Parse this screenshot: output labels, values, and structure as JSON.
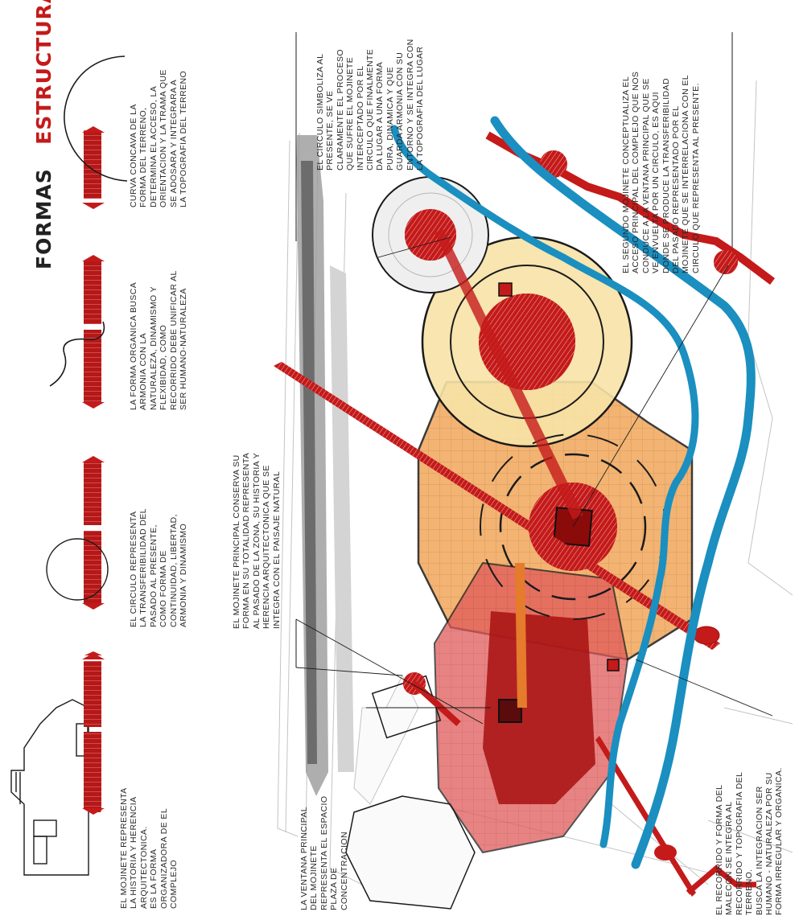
{
  "title": {
    "word1": "FORMAS",
    "word2": "ESTRUCTURADORAS"
  },
  "legend": {
    "mojinete": "EL MOJINETE REPRESENTA\nLA HISTORIA Y HERENCIA\nARQUITECTONICA.\nES LA FORMA\nORGANIZADORA DE EL\nCOMPLEJO",
    "circulo": "EL CIRCULO REPRESENTA\nLA TRANSFERIBILIDAD DEL\nPASADO AL PRESENTE,\nCOMO FORMA DE\nCONTINUIDAD, LIBERTAD,\nARMONIA Y DINAMISMO",
    "organica": "LA FORMA ORGANICA BUSCA\nARMONIA CON LA\nNATURALEZA, DINAMISMO Y\nFLEXIBIDAD, COMO\nRECORRIDO DEBE UNIFICAR AL\nSER HUMANO-NATURALEZA",
    "curva": "CURVA CONCAVA DE LA\nFORMA DEL TERRENO,\nDETERMINA EL ACCESO, LA\nORIENTACION Y LA TRAMA QUE\nSE ADOSARA Y INTEGRARA A\nLA TOPOGRAFIA DEL TERRENO"
  },
  "annotations": {
    "mojinete_principal": "EL MOJINETE PRINCIPAL CONSERVA SU\nFORMA EN SU TOTALIDAD REPRESENTA\nAL PASADO DE LA ZONA, SU HISTORIA Y\nHERENCIA ARQUITECTONICA QUE SE\nINTEGRA CON EL PAISAJE NATURAL",
    "ventana_principal": "LA VENTANA PRINCIPAL\nDEL MOJINETE\nREPRESENTA EL ESPACIO\nPLAZA DE\nCONCENTRACION",
    "circulo_presente": "EL CIRCULO SIMBOLIZA AL\nPRESENTE, SE VE\nCLARAMENTE EL PROCESO\nQUE SUFRE EL MOJINETE\nINTERCEPTADO POR EL\nCIRCULO QUE FINALMENTE\nDA LUGAR A UNA FORMA\nPURA, DINAMICA Y QUE\nGUARDA ARMONIA CON SU\nENTORNO Y SE INTEGRA CON\nLA TOPOGRAFIA DEL LUGAR",
    "segundo_mojinete": "EL SEGUNDO MOJINETE CONCEPTUALIZA EL\nACCESO PRINCIPAL DEL COMPLEJO QUE NOS\nCONDUCE A LA VENTANA PRINCIPAL QUE SE\nVE ENVUELTA POR UN CIRCULO, ES AQUI\nDONDE SE PRODUCE LA TRANSFERIBILIDAD\nDEL PASADO REPRESENTADO POR EL\nMOJINETE QUE SE INTERRELACIONA CON EL\nCIRCULO QUE REPRESENTA AL PRESENTE.",
    "recorrido_malecon": "EL RECORRIDO Y FORMA DEL\nMALECON SE INTEGRA AL\nRECORRIDO Y TOPOGRAFIA DEL\nTERRENO.\nBUSCA LA INTEGRACION SER\nHUMANO - NATURALEZA POR SU\nFORMA IRREGULAR Y ORGANICA."
  },
  "colors": {
    "red": "#c41a1a",
    "dark_red": "#a30f0f",
    "pink": "#e26a6a",
    "orange": "#f2a65a",
    "cream": "#f7e2a6",
    "river": "#1a8fc0",
    "gray": "#bdbdbd",
    "line": "#1a1a1a"
  }
}
